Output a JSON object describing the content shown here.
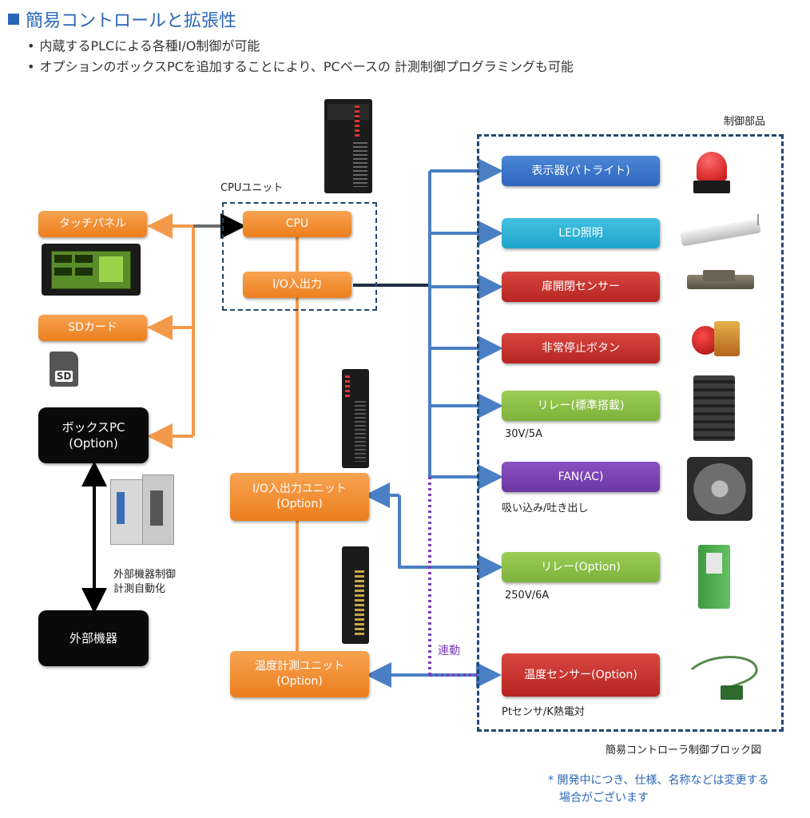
{
  "header": {
    "title": "簡易コントロールと拡張性",
    "bullets": [
      "内蔵するPLCによる各種I/O制御が可能",
      "オプションのボックスPCを追加することにより、PCベースの 計測制御プログラミングも可能"
    ]
  },
  "left": {
    "touch_panel": "タッチパネル",
    "sd_card": "SDカード",
    "sd_icon_text": "SD",
    "box_pc": "ボックスPC",
    "box_pc_option": "(Option)",
    "external_device": "外部機器",
    "external_control_label_1": "外部機器制御",
    "external_control_label_2": "計測自動化"
  },
  "center": {
    "cpu_unit_label": "CPUユニット",
    "cpu": "CPU",
    "io": "I/O入出力",
    "io_unit": "I/O入出力ユニット",
    "io_unit_option": "(Option)",
    "temp_unit": "温度計測ユニット",
    "temp_unit_option": "(Option)",
    "link_label": "連動"
  },
  "right": {
    "group_label": "制御部品",
    "items": [
      {
        "label": "表示器(パトライト)",
        "color": "#2e66bd",
        "sub": ""
      },
      {
        "label": "LED照明",
        "color": "#1fa5cb",
        "sub": ""
      },
      {
        "label": "扉開閉センサー",
        "color": "#b52521",
        "sub": ""
      },
      {
        "label": "非常停止ボタン",
        "color": "#b52521",
        "sub": ""
      },
      {
        "label": "リレー(標準搭載)",
        "color": "#7db23b",
        "sub": "30V/5A"
      },
      {
        "label": "FAN(AC)",
        "color": "#6c36a3",
        "sub": "吸い込み/吐き出し"
      },
      {
        "label": "リレー(Option)",
        "color": "#7db23b",
        "sub": "250V/6A"
      },
      {
        "label": "温度センサー(Option)",
        "color": "#b52521",
        "sub": "Ptセンサ/K熱電対"
      }
    ],
    "diagram_caption": "簡易コントローラ制御ブロック図"
  },
  "footnote": {
    "line1": "* 開発中につき、仕様、名称などは変更する",
    "line2": "場合がございます"
  },
  "colors": {
    "orange_line": "#f39a4a",
    "blue_line": "#4a7fc4",
    "purple_dots": "#7b3fb8",
    "title_blue": "#2a66b8"
  }
}
